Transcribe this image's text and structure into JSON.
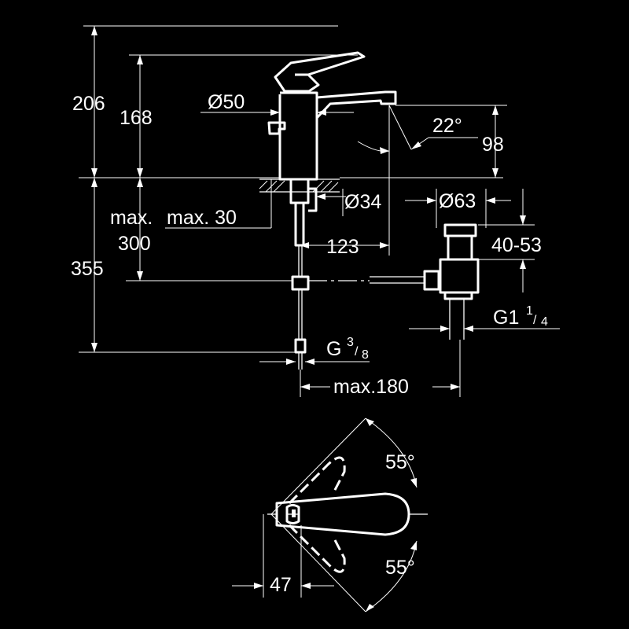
{
  "dimensions": {
    "total_height": "206",
    "spout_height": "168",
    "body_diameter": "Ø50",
    "spout_angle": "22°",
    "spout_clearance": "98",
    "under_height": "355",
    "max_300_a": "max.",
    "max_300_b": "300",
    "max_30": "max. 30",
    "base_diameter": "Ø34",
    "reach": "123",
    "waste_diameter": "Ø63",
    "waste_range": "40-53",
    "waste_thread": "G1",
    "waste_thread_num": "1",
    "waste_thread_den": "4",
    "inlet_thread": "G",
    "inlet_thread_num": "3",
    "inlet_thread_den": "8",
    "max_180": "max.180",
    "rot_upper": "55°",
    "rot_lower": "55°",
    "handle_offset": "47"
  }
}
